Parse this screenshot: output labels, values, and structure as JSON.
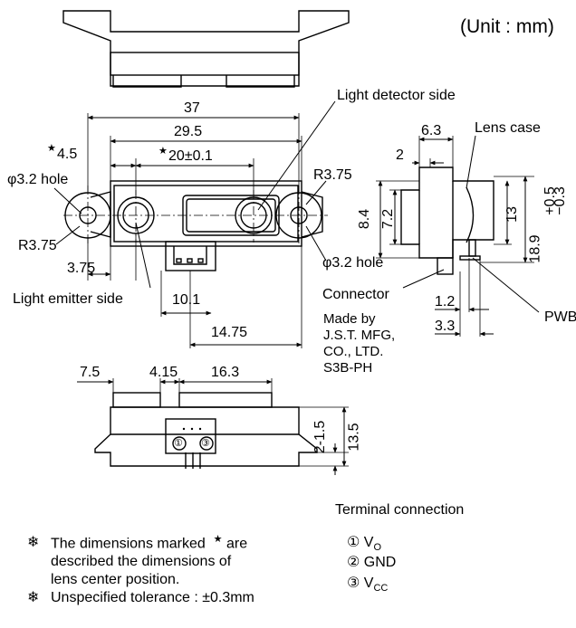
{
  "unit": "(Unit : mm)",
  "top_view": {
    "dim_overall": "37",
    "dim_mount_holes": "29.5",
    "dim_lens_center": "20±0.1",
    "dim_hole_offset": "4.5",
    "left_hole": "φ3.2 hole",
    "right_hole": "φ3.2 hole",
    "left_radius": "R3.75",
    "right_radius": "R3.75",
    "dim_3_75": "3.75",
    "dim_10_1": "10.1",
    "dim_14_75": "14.75",
    "light_detector": "Light detector side",
    "light_emitter": "Light emitter side",
    "star": "★"
  },
  "side_view": {
    "dim_6_3": "6.3",
    "dim_2": "2",
    "lens_case": "Lens case",
    "dim_8_4": "8.4",
    "dim_7_2": "7.2",
    "dim_13": "13",
    "dim_18_9": "18.9",
    "tol_plus": "+0.5",
    "tol_minus": "−0.3",
    "dim_1_2": "1.2",
    "dim_3_3": "3.3",
    "pwb": "PWB",
    "connector": "Connector",
    "made_by": [
      "Made by",
      "J.S.T. MFG,",
      "CO., LTD.",
      "S3B-PH"
    ]
  },
  "front_view": {
    "dim_7_5": "7.5",
    "dim_4_15": "4.15",
    "dim_16_3": "16.3",
    "dim_2_1_5": "2-1.5",
    "dim_13_5": "13.5",
    "pin1": "①",
    "pin3": "③"
  },
  "terminal": {
    "title": "Terminal connection",
    "pins": [
      {
        "num": "①",
        "name": "V",
        "sub": "O"
      },
      {
        "num": "②",
        "name": "GND",
        "sub": ""
      },
      {
        "num": "③",
        "name": "V",
        "sub": "CC"
      }
    ]
  },
  "notes": {
    "mark": "❄",
    "line1a": "The dimensions marked",
    "line1star": "★",
    "line1b": "are",
    "line2": "described the dimensions of",
    "line3": "lens center position.",
    "line4": "Unspecified tolerance :   ±0.3mm"
  }
}
